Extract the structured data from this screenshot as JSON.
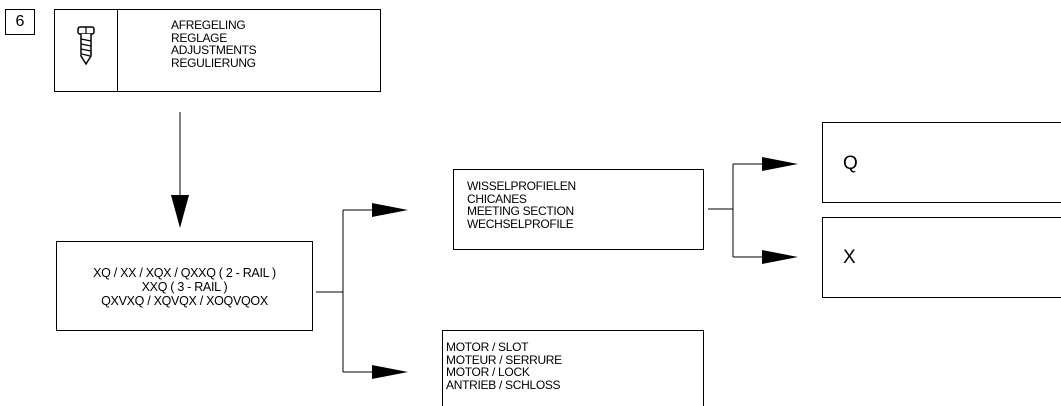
{
  "step": {
    "number": "6"
  },
  "header": {
    "icon": "screw-icon",
    "lines": [
      "AFREGELING",
      "REGLAGE",
      "ADJUSTMENTS",
      "REGULIERUNG"
    ]
  },
  "source": {
    "lines": [
      "XQ / XX / XQX / QXXQ ( 2 - RAIL )",
      "XXQ ( 3 - RAIL )",
      "QXVXQ / XQVQX / XOQVQOX"
    ]
  },
  "meeting": {
    "lines": [
      "WISSELPROFIELEN",
      "CHICANES",
      "MEETING SECTION",
      "WECHSELPROFILE"
    ]
  },
  "motor": {
    "lines": [
      "MOTOR / SLOT",
      "MOTEUR / SERRURE",
      "MOTOR / LOCK",
      "ANTRIEB / SCHLOSS"
    ]
  },
  "result_q": {
    "label": "Q"
  },
  "result_x": {
    "label": "X"
  },
  "colors": {
    "line": "#000000",
    "background": "#ffffff"
  }
}
